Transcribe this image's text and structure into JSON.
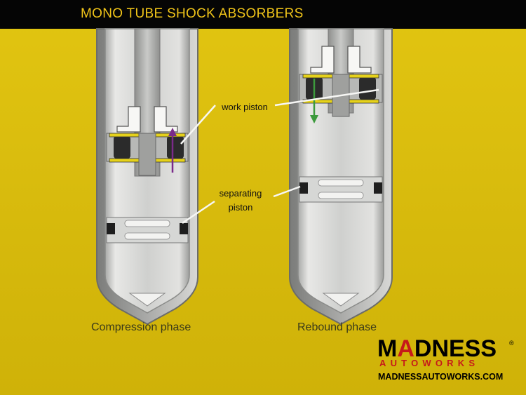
{
  "title": "MONO TUBE SHOCK ABSORBERS",
  "labels": {
    "work_piston": "work piston",
    "separating_piston_line1": "separating",
    "separating_piston_line2": "piston"
  },
  "phases": {
    "compression": "Compression phase",
    "rebound": "Rebound phase"
  },
  "logo": {
    "brand_pre": "M",
    "brand_accent": "A",
    "brand_post": "DNESS",
    "registered": "®",
    "subtitle": "AUTOWORKS",
    "url": "MADNESSAUTOWORKS.COM"
  },
  "colors": {
    "background": "#d9bf0e",
    "title_bar": "#050505",
    "title_text": "#f0c419",
    "arrow_compression": "#7a2a8a",
    "arrow_rebound": "#3c9a3c",
    "logo_red": "#c61a1a"
  }
}
